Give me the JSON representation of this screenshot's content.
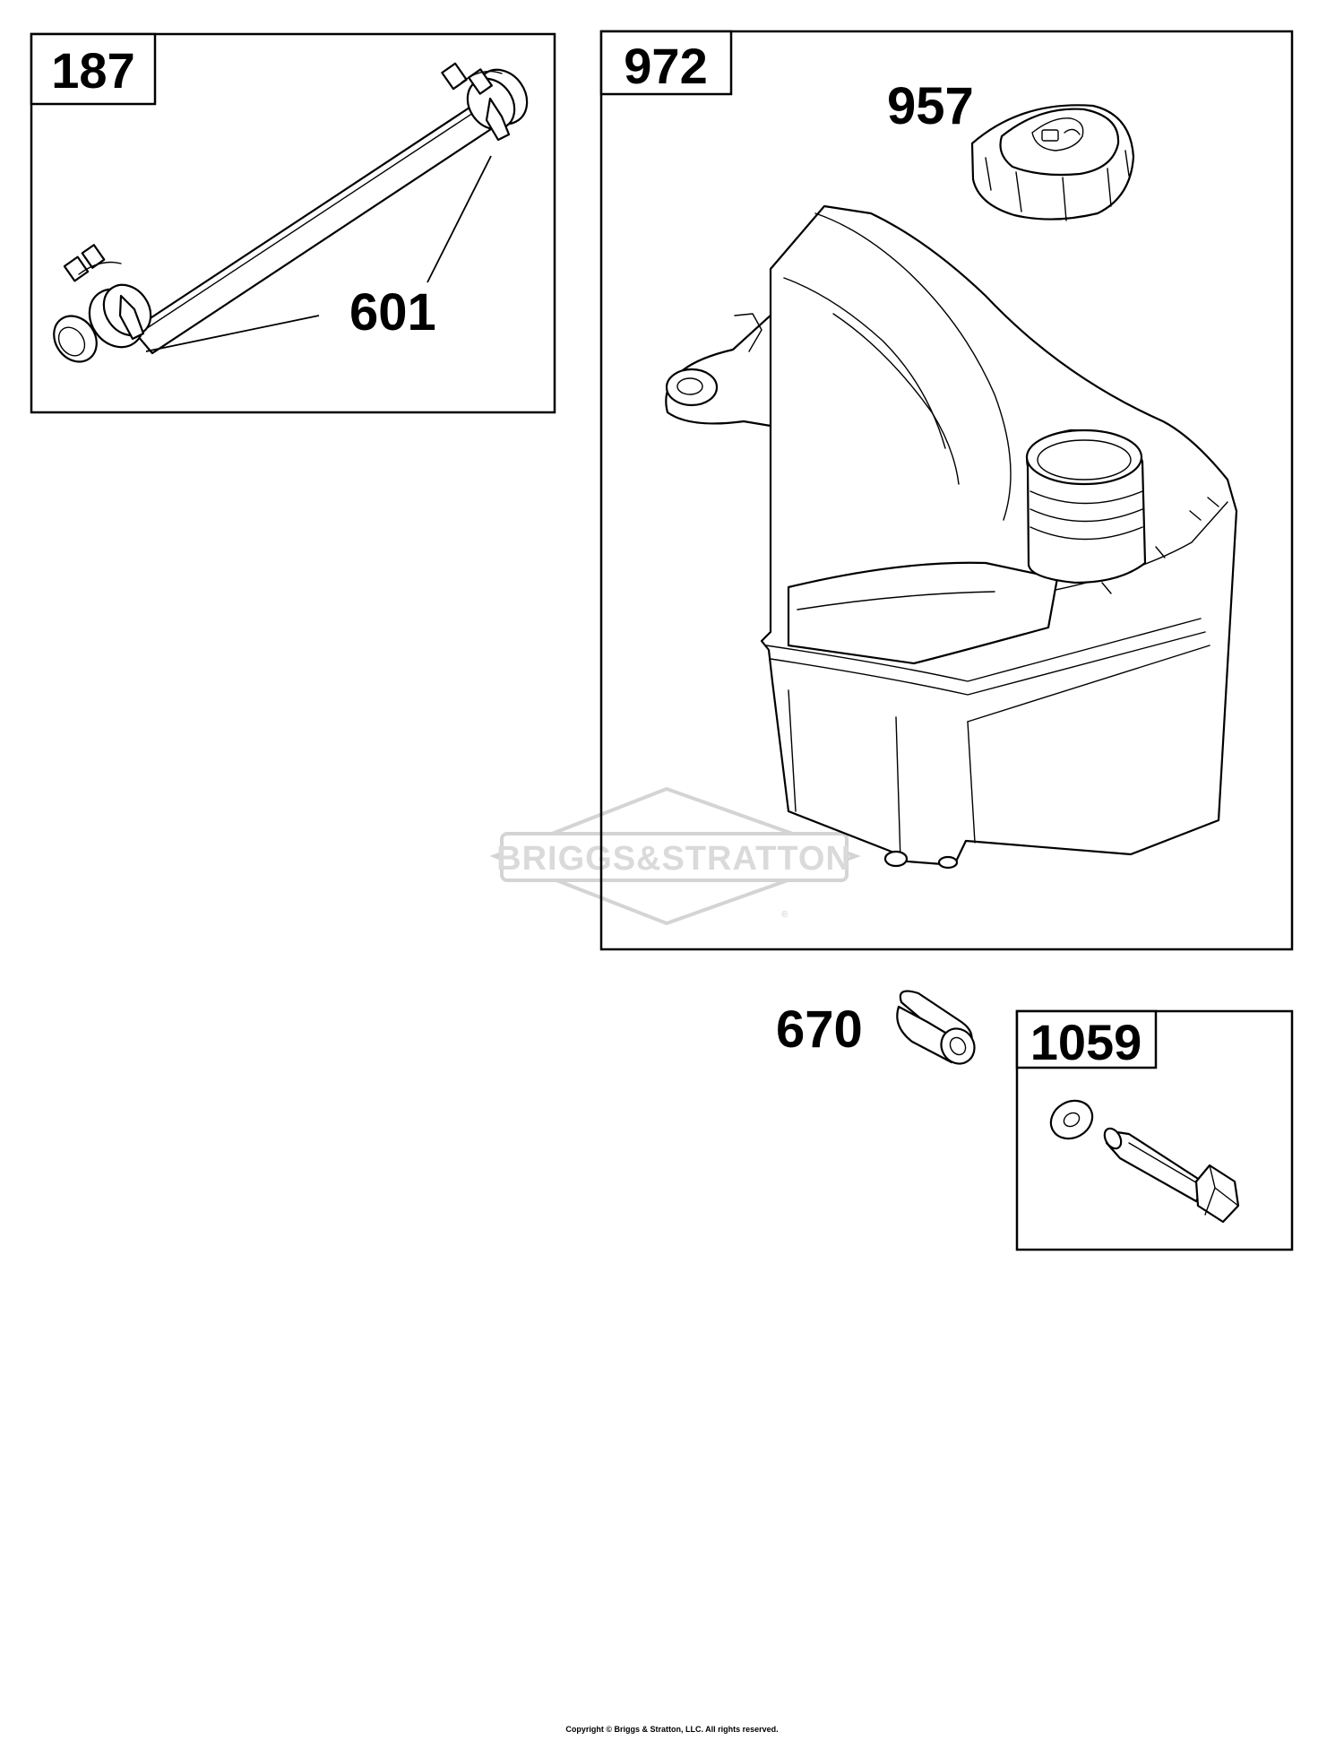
{
  "kits": {
    "k187": {
      "label": "187"
    },
    "k972": {
      "label": "972"
    },
    "k1059": {
      "label": "1059"
    }
  },
  "callouts": {
    "c601": "601",
    "c957": "957",
    "c670": "670"
  },
  "watermark": {
    "text": "BRIGGS&STRATTON",
    "reg": "®"
  },
  "footer": {
    "copyright": "Copyright © Briggs & Stratton, LLC. All rights reserved."
  }
}
